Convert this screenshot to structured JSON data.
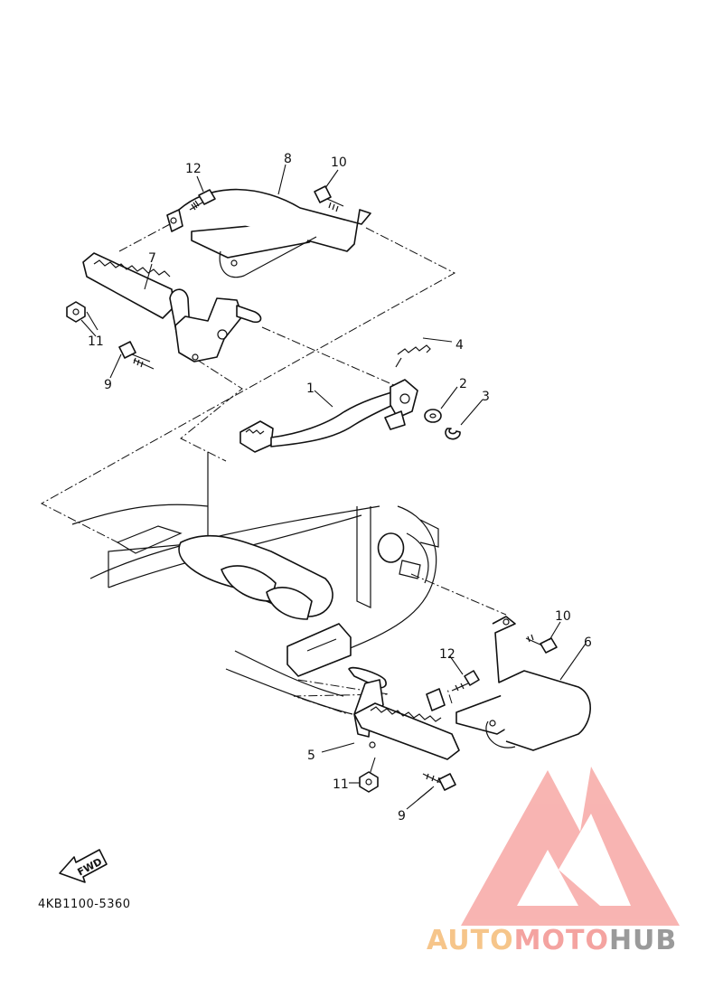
{
  "callouts": {
    "c1": "1",
    "c2": "2",
    "c3": "3",
    "c4": "4",
    "c5": "5",
    "c6": "6",
    "c7": "7",
    "c8": "8",
    "c9_top": "9",
    "c9_bottom": "9",
    "c10_top": "10",
    "c10_bottom": "10",
    "c11_top": "11",
    "c11_bottom": "11",
    "c12_top": "12",
    "c12_bottom": "12"
  },
  "fwd_label": "FWD",
  "diagram_code": "4KB1100-5360",
  "watermark": {
    "word_auto": "AUTO",
    "word_moto": "MOTO",
    "word_hub": "HUB",
    "colors": {
      "auto": "#f6c58a",
      "moto": "#f4a3a0",
      "hub": "#9a9a9a",
      "mark": "#f7a8a5"
    }
  }
}
